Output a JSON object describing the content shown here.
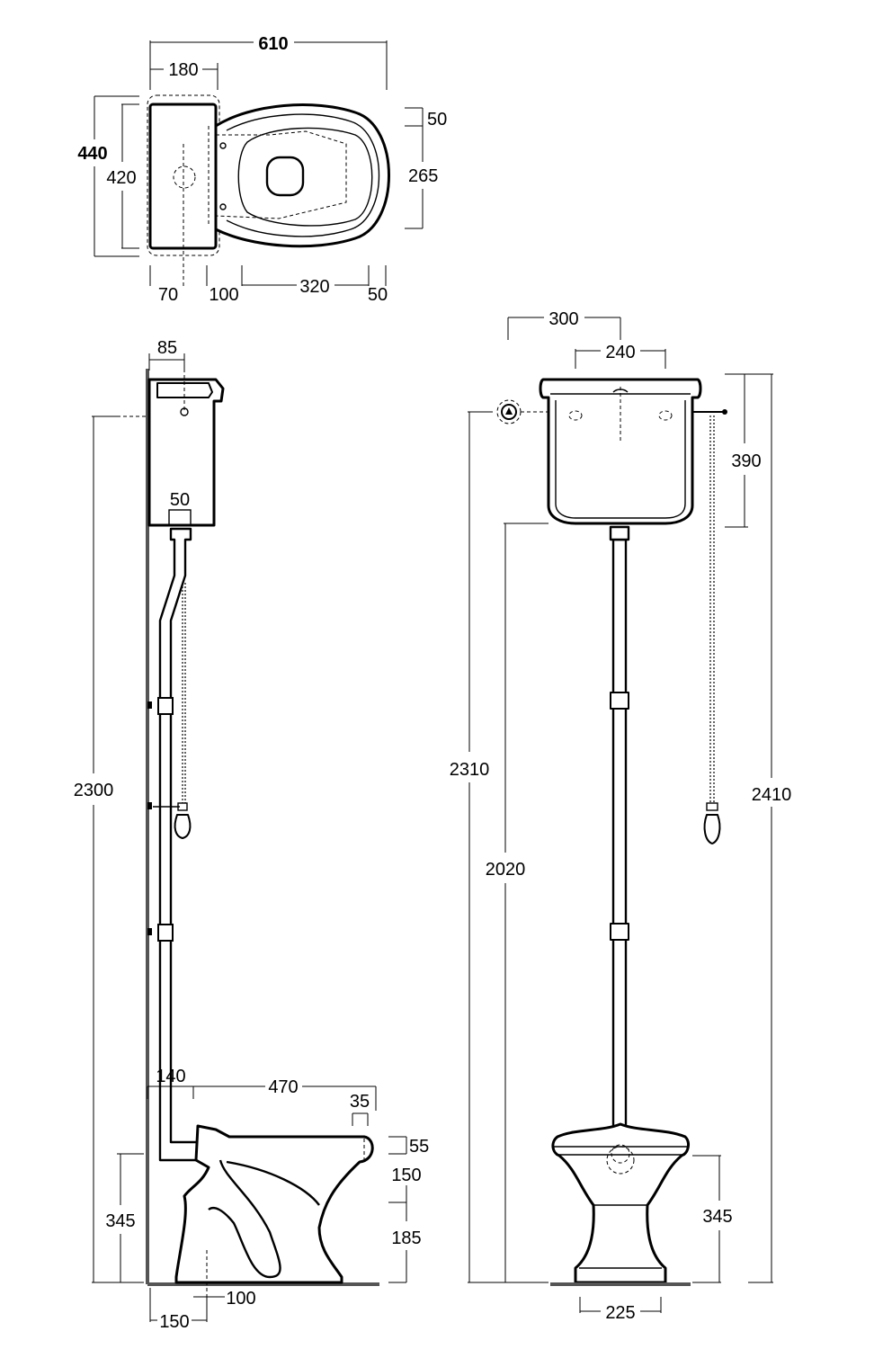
{
  "top_view": {
    "overall_width": "610",
    "cistern_width": "180",
    "overall_depth": "440",
    "cistern_depth": "420",
    "offset_top": "50",
    "seat_depth": "265",
    "waste_offset": "70",
    "dim_100": "100",
    "dim_320": "320",
    "dim_50_bottom": "50"
  },
  "side_view": {
    "wall_offset": "85",
    "flush_outlet": "50",
    "inlet_height": "2300",
    "flush_pipe_offset": "140",
    "projection": "470",
    "rim_overhang": "35",
    "rim_thickness": "55",
    "bowl_depth": "150",
    "outlet_height": "185",
    "seat_height": "345",
    "outlet_diameter": "100",
    "outlet_center": "150"
  },
  "front_view": {
    "cistern_width": "300",
    "fixing_centers": "240",
    "cistern_height": "390",
    "inlet_height": "2310",
    "cistern_base_height": "2020",
    "overall_height": "2410",
    "seat_height": "345",
    "pan_base_width": "225"
  }
}
